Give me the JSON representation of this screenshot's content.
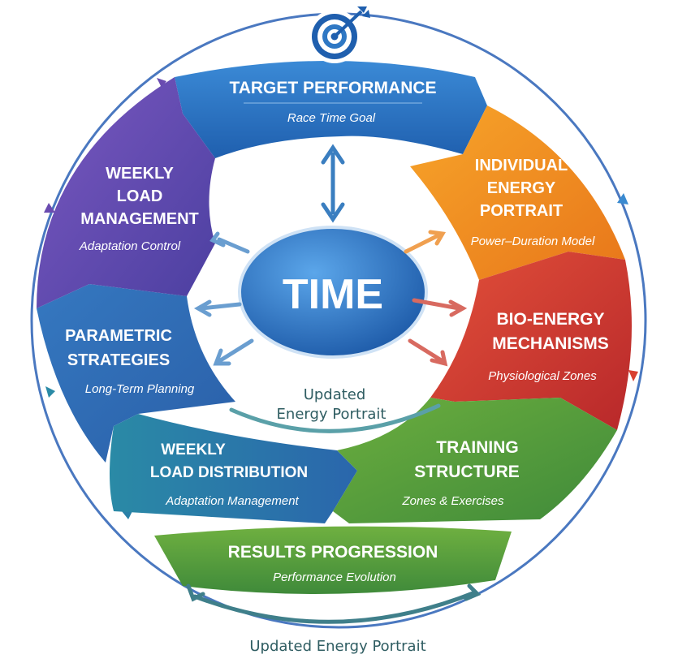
{
  "center": {
    "label": "TIME"
  },
  "segments": {
    "target": {
      "title": "TARGET PERFORMANCE",
      "subtitle": "Race Time Goal",
      "color": "#2f78c4"
    },
    "portrait": {
      "title": [
        "INDIVIDUAL",
        "ENERGY",
        "PORTRAIT"
      ],
      "subtitle": "Power–Duration Model",
      "color": "#f0901e"
    },
    "bio": {
      "title": [
        "BIO-ENERGY",
        "MECHANISMS"
      ],
      "subtitle": "Physiological Zones",
      "color": "#d8402e"
    },
    "training": {
      "title": [
        "TRAINING",
        "STRUCTURE"
      ],
      "subtitle": "Zones & Exercises",
      "color": "#5c9e36"
    },
    "distribution": {
      "title": [
        "WEEKLY",
        "LOAD DISTRIBUTION"
      ],
      "subtitle": "Adaptation Management",
      "color": "#2a80a8"
    },
    "parametric": {
      "title": [
        "PARAMETRIC",
        "STRATEGIES"
      ],
      "subtitle": "Long-Term Planning",
      "color": "#2f6fb8"
    },
    "management": {
      "title": [
        "WEEKLY",
        "LOAD",
        "MANAGEMENT"
      ],
      "subtitle": "Adaptation Control",
      "color": "#6a4bb0"
    },
    "results": {
      "title": "RESULTS PROGRESSION",
      "subtitle": "Performance Evolution",
      "color": "#5a9a38"
    }
  },
  "inner_feedback": [
    "Updated",
    "Energy Portrait"
  ],
  "bottom_feedback": "Updated Energy Portrait",
  "icons": {
    "top": "target-bullseye-icon"
  }
}
